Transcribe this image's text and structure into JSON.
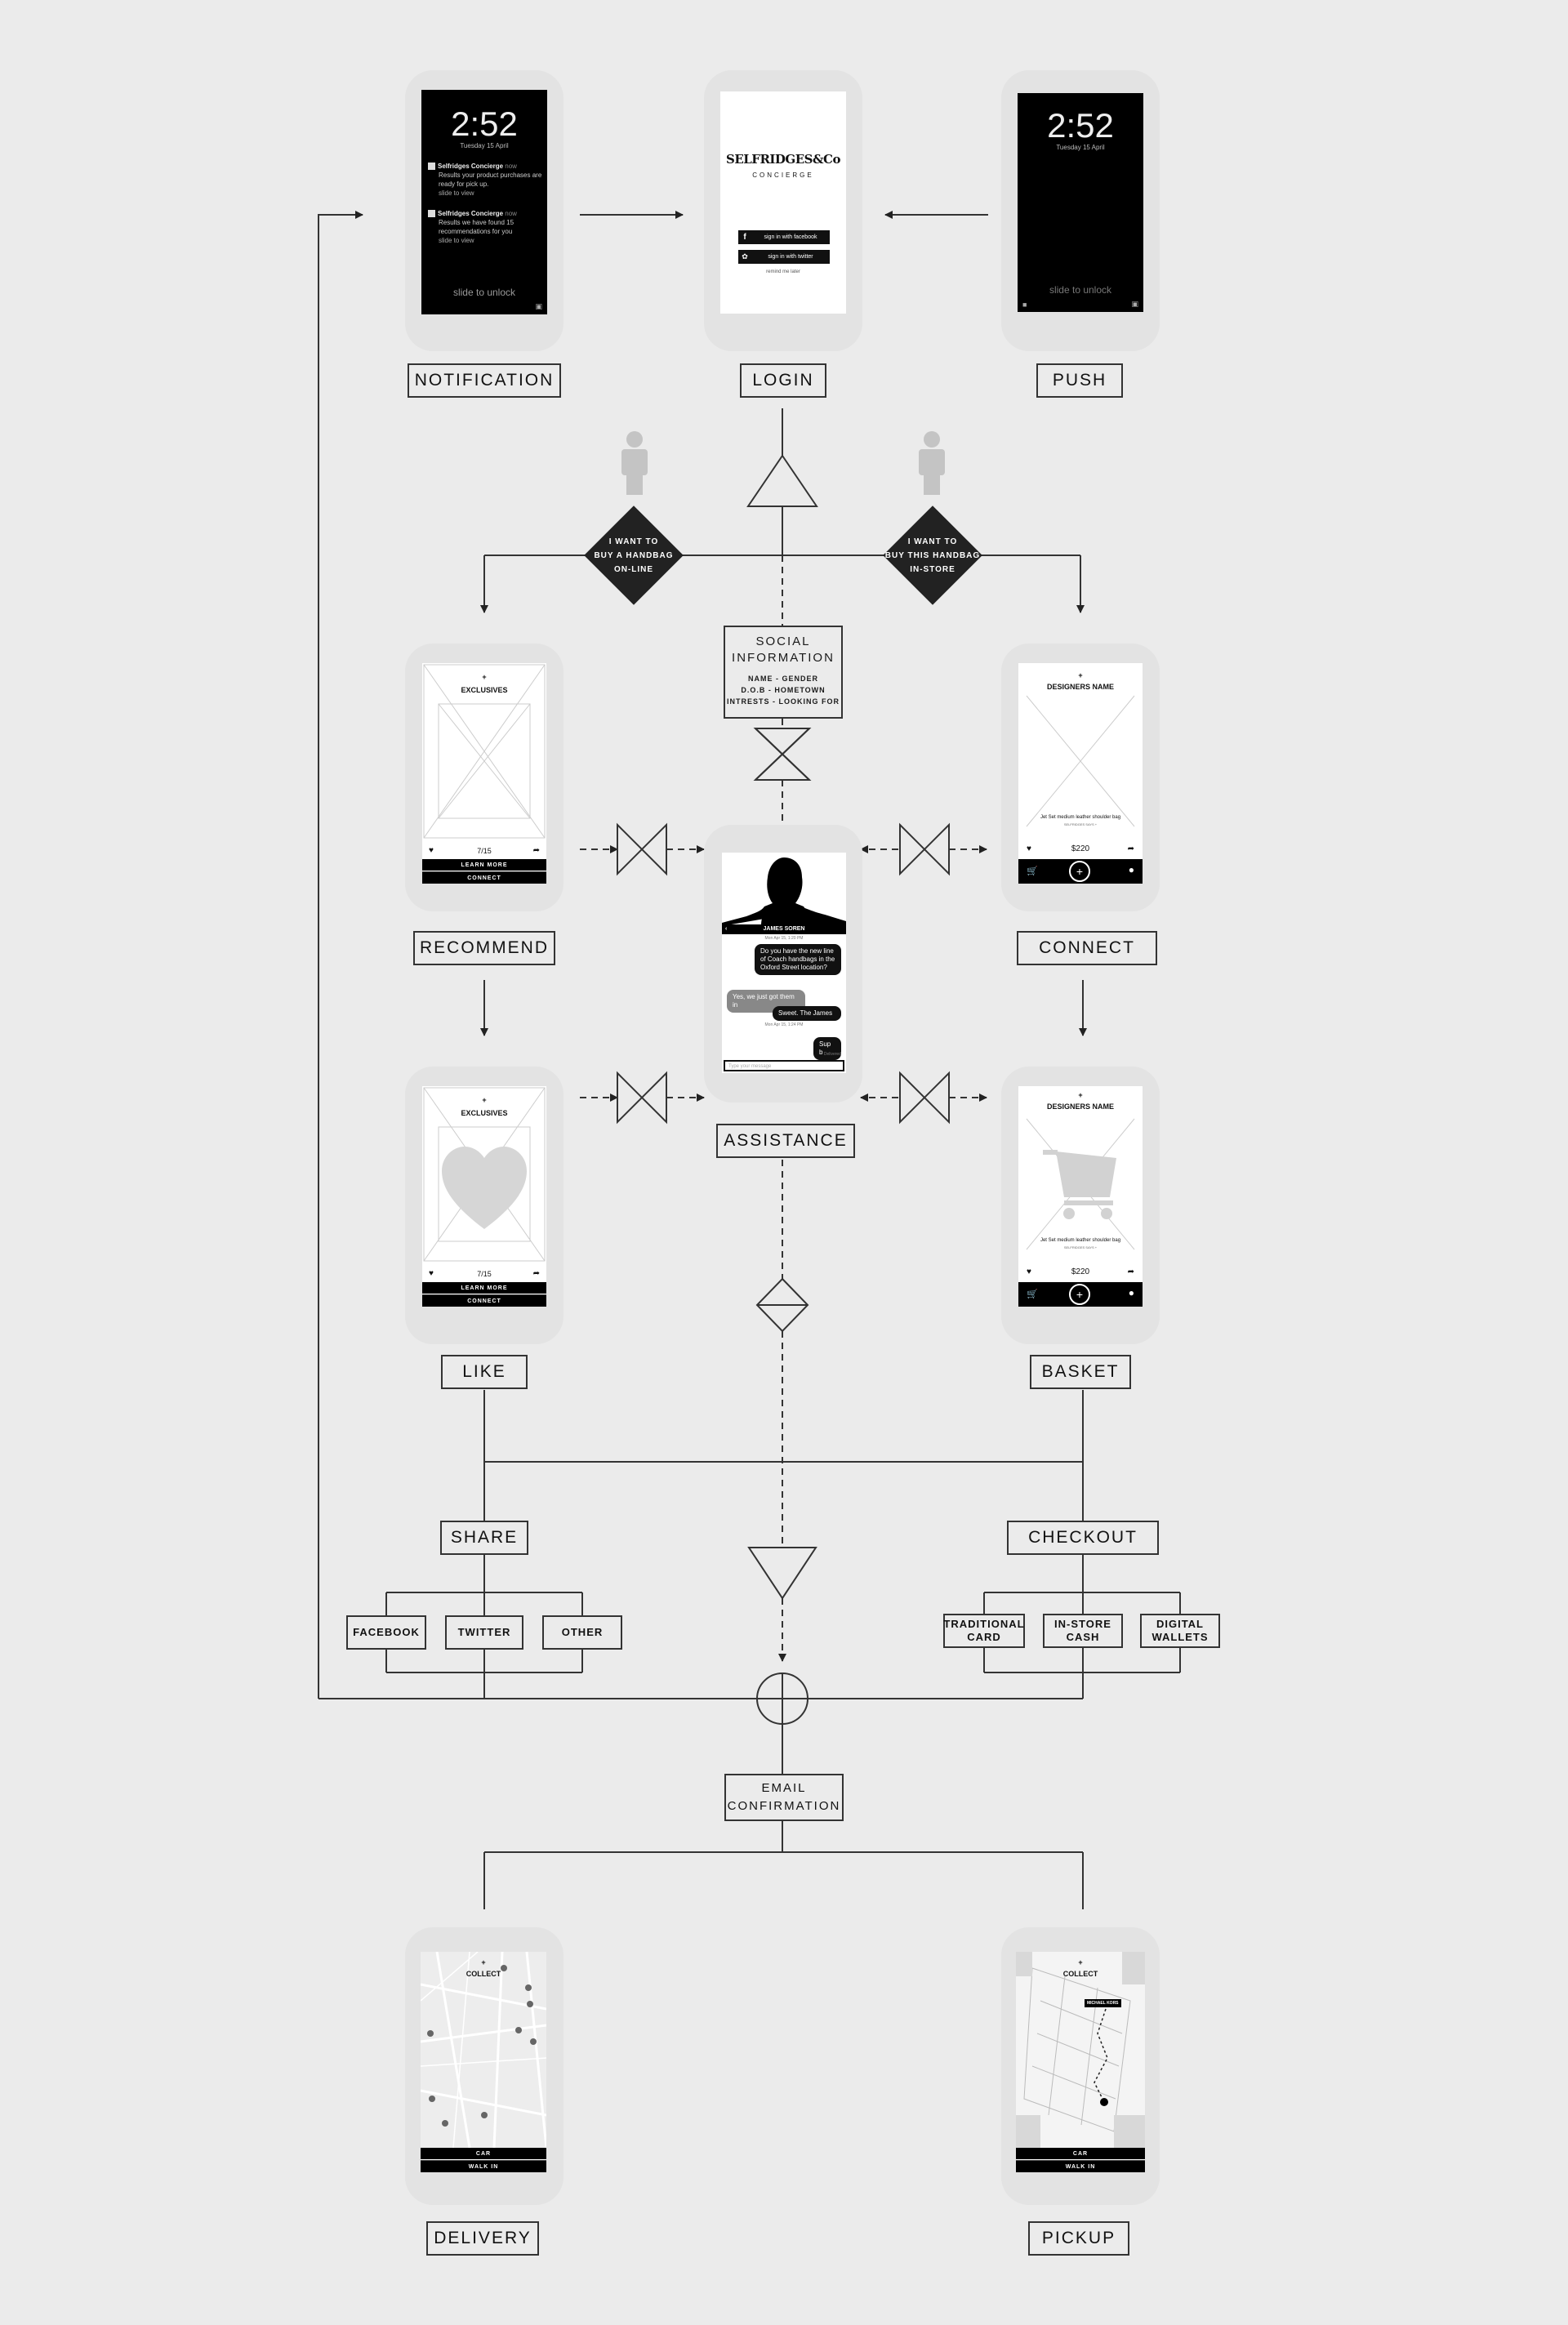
{
  "screens": {
    "notification": {
      "time": "2:52",
      "date": "Tuesday 15 April",
      "items": [
        {
          "app": "Selfridges Concierge",
          "ago": "now",
          "text": "Results your product purchases are ready for pick up.",
          "action": "slide to view"
        },
        {
          "app": "Selfridges Concierge",
          "ago": "now",
          "text": "Results we have found 15 recommendations for you",
          "action": "slide to view"
        }
      ],
      "slide": "slide to unlock"
    },
    "login": {
      "logo": "SELFRIDGES&Co",
      "subtitle": "CONCIERGE",
      "facebook": "sign in with facebook",
      "twitter": "sign in with twitter",
      "remind": "remind me later"
    },
    "push": {
      "time": "2:52",
      "date": "Tuesday 15 April",
      "slide": "slide to unlock"
    },
    "recommend": {
      "heading": "EXCLUSIVES",
      "counter": "7/15",
      "learn_more": "LEARN MORE",
      "connect": "CONNECT"
    },
    "like": {
      "heading": "EXCLUSIVES",
      "counter": "7/15",
      "learn_more": "LEARN MORE",
      "connect": "CONNECT"
    },
    "connect": {
      "heading": "DESIGNERS NAME",
      "product": "Jet Set medium leather shoulder bag",
      "retailer": "SELFRIDGES SAYS +",
      "price": "$220"
    },
    "basket": {
      "heading": "DESIGNERS NAME",
      "product": "Jet Set medium leather shoulder bag",
      "retailer": "SELFRIDGES SAYS +",
      "price": "$220"
    },
    "assistance": {
      "contact": "JAMES SOREN",
      "timestamp1": "Mon Apr 15, 1:20 PM",
      "msg1": "Do you have the new line of Coach handbags in the Oxford Street location?",
      "msg2": "Yes, we just got them in",
      "msg3": "Sweet. The James",
      "timestamp2": "Mon Apr 15, 1:24 PM",
      "msg4": "Sup b",
      "delivered": "Delivered",
      "input_placeholder": "Type your message"
    },
    "delivery": {
      "heading": "COLLECT",
      "car": "CAR",
      "walk": "WALK IN"
    },
    "pickup": {
      "heading": "COLLECT",
      "tag": "MICHAEL KORS",
      "car": "CAR",
      "walk": "WALK IN"
    }
  },
  "labels": {
    "notification": "NOTIFICATION",
    "login": "LOGIN",
    "push": "PUSH",
    "recommend": "RECOMMEND",
    "connect": "CONNECT",
    "assistance": "ASSISTANCE",
    "like": "LIKE",
    "basket": "BASKET",
    "share": "SHARE",
    "checkout": "CHECKOUT",
    "delivery": "DELIVERY",
    "pickup": "PICKUP"
  },
  "decisions": {
    "online": "I WANT TO\nBUY A HANDBAG\nON-LINE",
    "instore": "I WANT TO\nBUY THIS HANDBAG\nIN-STORE"
  },
  "social": {
    "title": "SOCIAL\nINFORMATION",
    "fields": "NAME - GENDER\nD.O.B - HOMETOWN\nINTRESTS - LOOKING FOR"
  },
  "share_options": [
    "FACEBOOK",
    "TWITTER",
    "OTHER"
  ],
  "checkout_options": [
    "TRADITIONAL\nCARD",
    "IN-STORE\nCASH",
    "DIGITAL\nWALLETS"
  ],
  "email": "EMAIL\nCONFIRMATION",
  "colors": {
    "background": "#ebebeb",
    "line": "#333333",
    "ink": "#111111",
    "decision": "#222222"
  }
}
